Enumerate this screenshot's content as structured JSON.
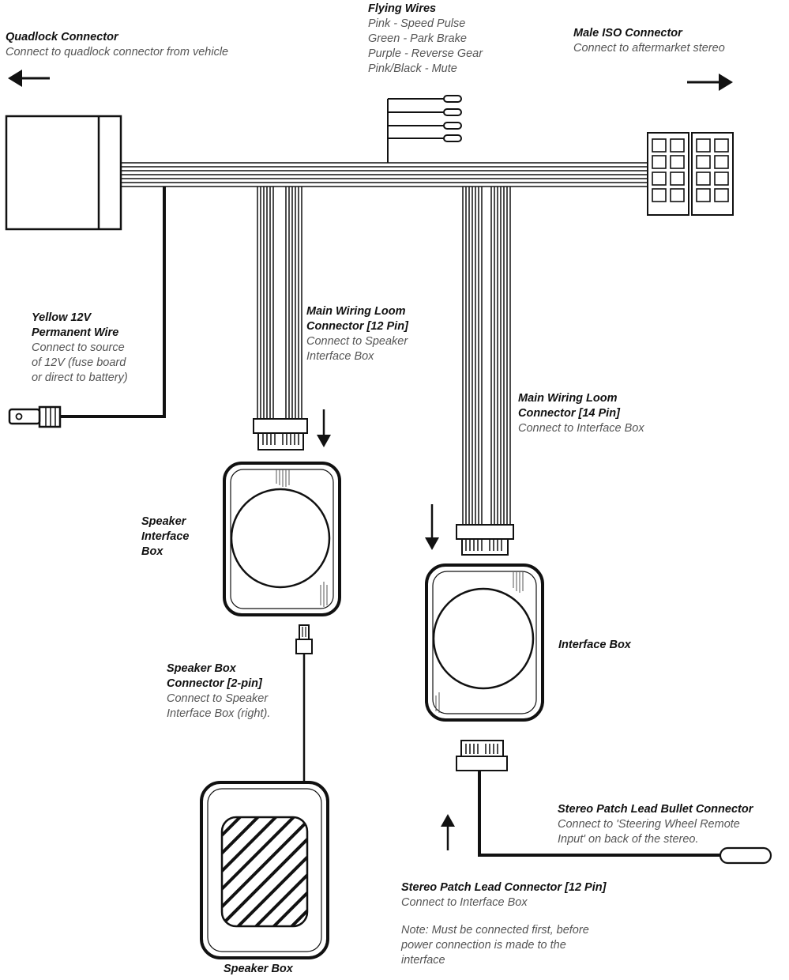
{
  "quadlock": {
    "title": "Quadlock Connector",
    "desc": "Connect to quadlock connector from vehicle"
  },
  "flying_wires": {
    "title": "Flying Wires",
    "items": [
      "Pink - Speed Pulse",
      "Green - Park Brake",
      "Purple - Reverse Gear",
      "Pink/Black - Mute"
    ]
  },
  "male_iso": {
    "title": "Male ISO Connector",
    "desc": "Connect to aftermarket stereo"
  },
  "yellow_wire": {
    "title_lines": [
      "Yellow 12V",
      "Permanent Wire"
    ],
    "desc_lines": [
      "Connect to source",
      "of 12V (fuse board",
      "or direct to battery)"
    ]
  },
  "loom_12": {
    "title_lines": [
      "Main Wiring Loom",
      "Connector [12 Pin]"
    ],
    "desc_lines": [
      "Connect to Speaker",
      "Interface Box"
    ]
  },
  "loom_14": {
    "title_lines": [
      "Main Wiring Loom",
      "Connector [14 Pin]"
    ],
    "desc_lines": [
      "Connect to Interface Box"
    ]
  },
  "speaker_interface_box": {
    "title_lines": [
      "Speaker",
      "Interface",
      "Box"
    ]
  },
  "interface_box": {
    "title": "Interface Box"
  },
  "speaker_box_connector": {
    "title_lines": [
      "Speaker Box",
      "Connector [2-pin]"
    ],
    "desc_lines": [
      "Connect to Speaker",
      "Interface Box (right)."
    ]
  },
  "speaker_box": {
    "title": "Speaker Box"
  },
  "bullet_connector": {
    "title": "Stereo Patch Lead Bullet Connector",
    "desc_lines": [
      "Connect to 'Steering Wheel Remote",
      "Input' on back of the stereo."
    ]
  },
  "patch_lead_connector": {
    "title": "Stereo Patch Lead Connector [12 Pin]",
    "desc": "Connect to Interface Box",
    "note_lines": [
      "Note: Must be connected first, before",
      "power connection is made to the",
      "interface"
    ]
  }
}
